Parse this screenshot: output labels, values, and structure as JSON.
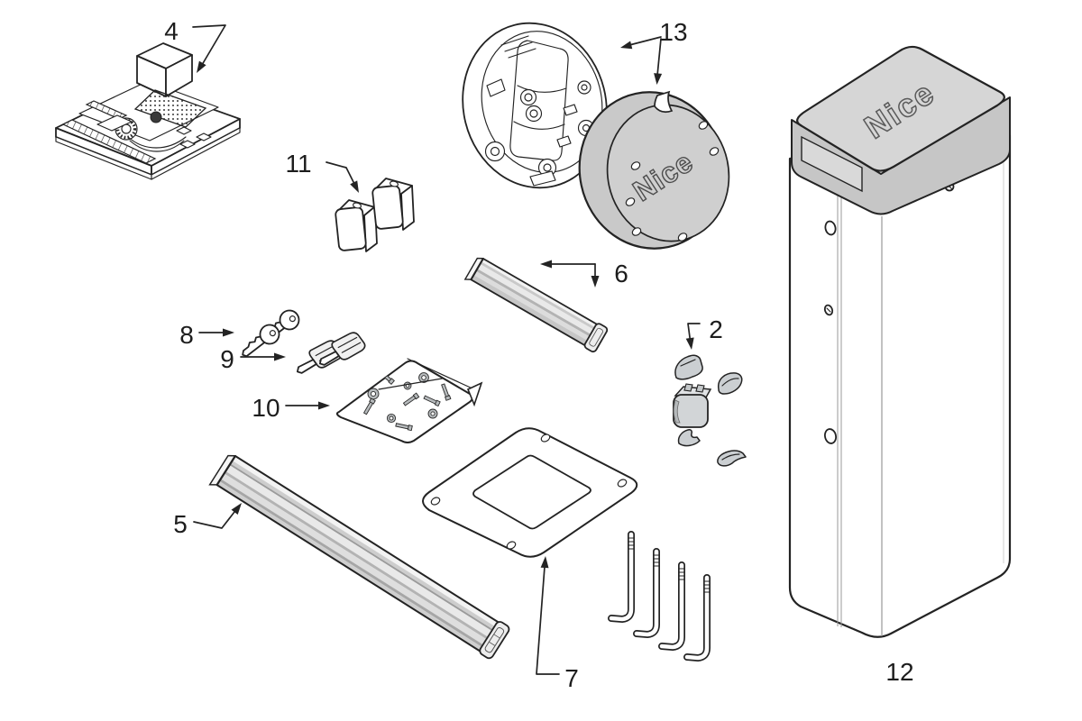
{
  "diagram": {
    "background_color": "#ffffff",
    "line_color": "#232323",
    "gray_fill": "#cccccc",
    "brand_logo": "Nice",
    "labels": {
      "p2": "2",
      "p4": "4",
      "p5": "5",
      "p6": "6",
      "p7": "7",
      "p8": "8",
      "p9": "9",
      "p10": "10",
      "p11": "11",
      "p12": "12",
      "p13": "13"
    }
  }
}
